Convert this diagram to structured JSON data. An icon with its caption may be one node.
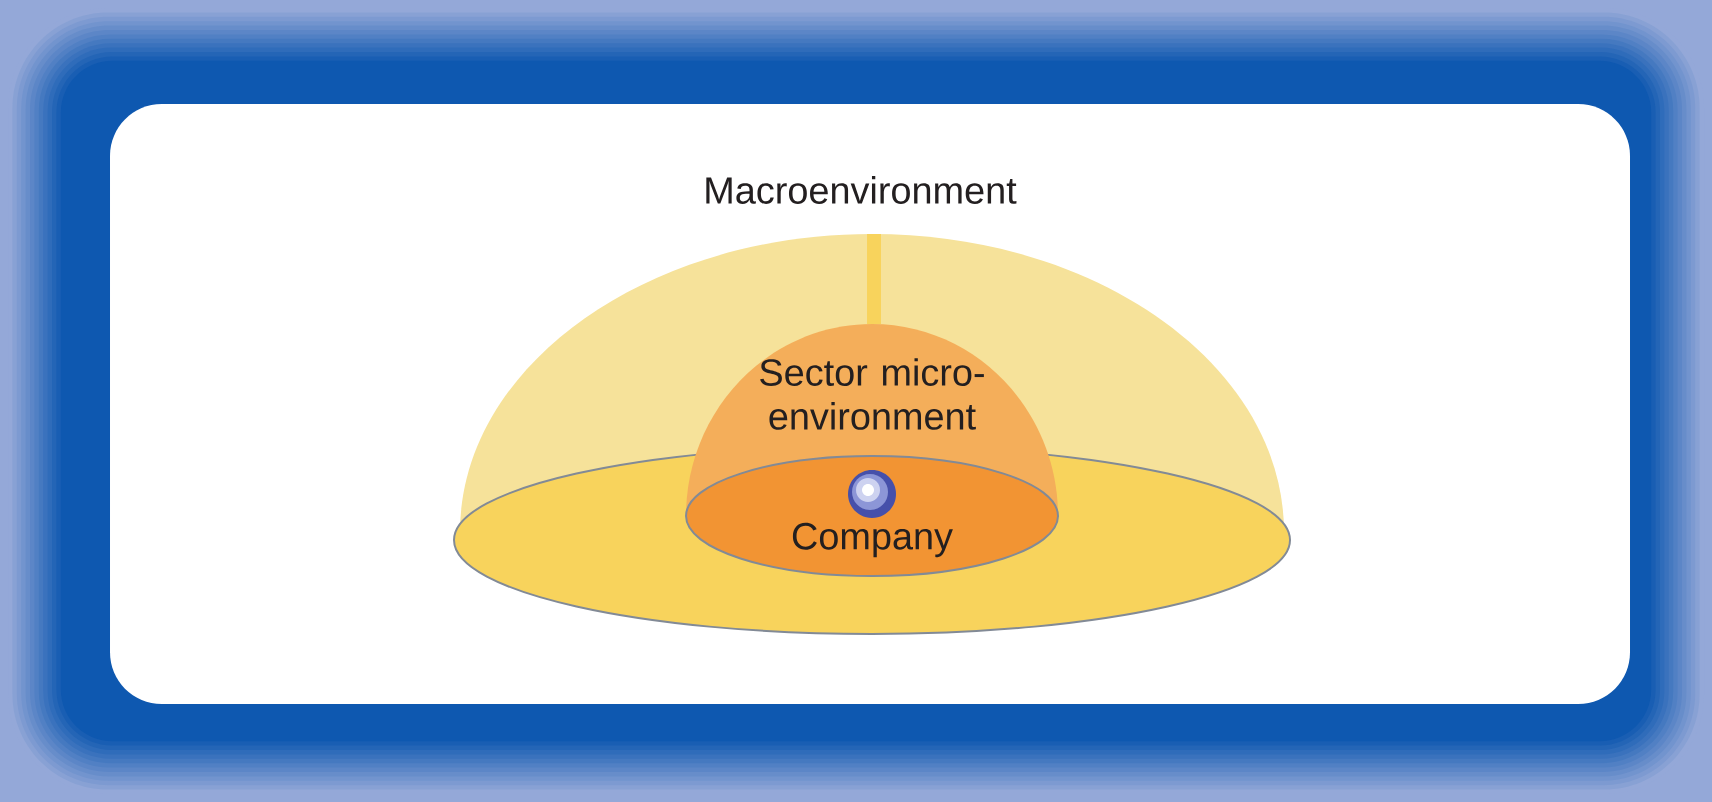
{
  "diagram": {
    "nodes": [
      {
        "text": [
          "Macroenvironment"
        ]
      },
      {
        "text": [
          "Sector micro-environment"
        ],
        "in": 0
      },
      {
        "text": [
          "Company"
        ]
      }
    ]
  }
}
